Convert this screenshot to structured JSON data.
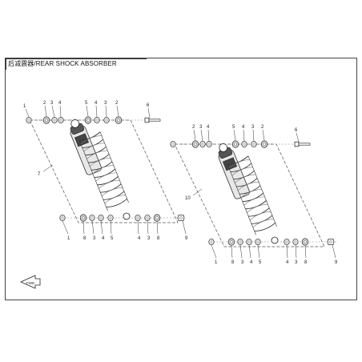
{
  "title": "后减震器/REAR SHOCK ABSORBER",
  "left_assembly": {
    "top_callouts": [
      "1",
      "2",
      "3",
      "4",
      "5",
      "4",
      "3",
      "2",
      "6"
    ],
    "bottom_callouts": [
      "1",
      "8",
      "3",
      "4",
      "5",
      "4",
      "3",
      "8",
      "9"
    ],
    "side_callout": "7"
  },
  "right_assembly": {
    "top_callouts": [
      "2",
      "3",
      "4",
      "5",
      "4",
      "3",
      "2",
      "6"
    ],
    "bottom_callouts": [
      "1",
      "8",
      "3",
      "4",
      "5",
      "4",
      "3",
      "8",
      "9"
    ],
    "side_callout": "10"
  },
  "front_mark": "FWD"
}
